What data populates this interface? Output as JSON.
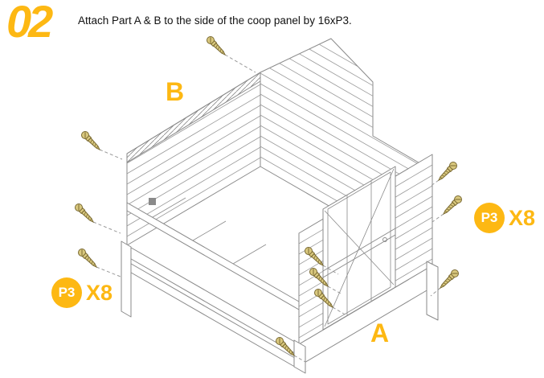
{
  "step": {
    "number": "02",
    "instruction": "Attach Part A & B to the side of the coop panel by 16xP3."
  },
  "diagram": {
    "part_labels": {
      "b": "B",
      "a": "A"
    },
    "hardware_callouts": {
      "left": {
        "part": "P3",
        "count": "X8"
      },
      "right": {
        "part": "P3",
        "count": "X8"
      }
    }
  },
  "colors": {
    "accent_yellow": "#FDB813",
    "line_gray": "#8a8a8a",
    "screw_gold": "#d9c87e",
    "screw_outline": "#7a6a33"
  }
}
